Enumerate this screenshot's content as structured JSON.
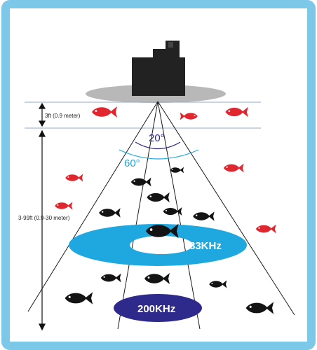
{
  "colors": {
    "frame": "#7cc8e8",
    "water_line": "#8fa8c8",
    "beam_line": "#1a1a1a",
    "wide_beam_ring": "#1fa8e0",
    "narrow_beam_ellipse": "#2e2a8c",
    "fish_dark": "#141414",
    "fish_red": "#e0262e",
    "boat": "#222222",
    "surface": "#b8b8b8",
    "angle_20": "#2e2a8c",
    "angle_60": "#1fa8e0"
  },
  "labels": {
    "depth_short": "3ft (0.9 meter)",
    "depth_long": "3-99ft (0.9-30 meter)",
    "angle_narrow": "20°",
    "angle_wide": "60°",
    "freq_wide": "83KHz",
    "freq_narrow": "200KHz"
  },
  "icons": {
    "boat": "boat-icon",
    "fish": "fish-icon"
  }
}
